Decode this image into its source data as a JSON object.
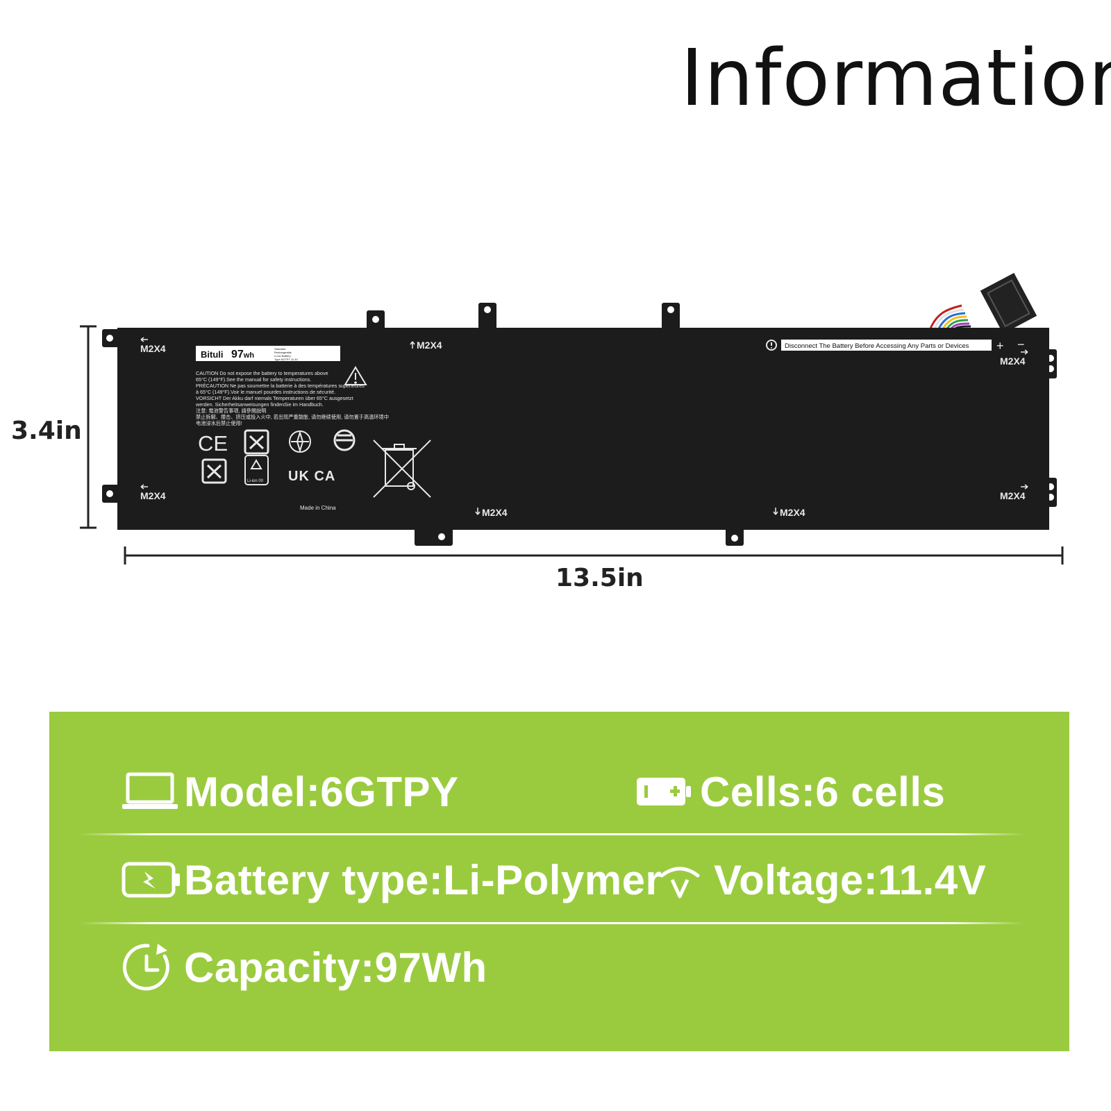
{
  "title": "Information",
  "dimensions": {
    "height": "3.4in",
    "width": "13.5in"
  },
  "battery_label": {
    "brand": "Bituli",
    "capacity_wh": "97",
    "capacity_unit": "wh",
    "small_text": [
      "Standard",
      "Rechargeable",
      "Li-ion Battery",
      "Type 6GTPY 11.4V"
    ],
    "warning_lines": [
      "CAUTION Do not expose the battery to temperatures above",
      "65°C (149°F).See the manual for safety instructions.",
      "PRÉCAUTION Ne pas soumettre la batterie à des températures supérieures",
      "à 65°C (149°F).Voir le manuel pourdes instructions de sécurité.",
      "VORSICHT Der Akku darf niemals Temperaturen über 65°C ausgesetzt",
      "werden. Sicherheitsanweisungen findenSie im Handbuch.",
      "注意: 電池警告事項, 請參閱說明",
      "禁止拆解、撞击、挤压或投入火中, 若出现严重鼓胀, 请勿继续使用, 请勿置于高温环境中",
      "电池浸水后禁止使用!"
    ],
    "cert_ce": "CE",
    "cert_ukca": "UK CA",
    "recycle_text": "Li-ion 00",
    "made_in": "Made in China",
    "disconnect_notice": "Disconnect The Battery Before Accessing Any Parts or Devices",
    "plus": "+",
    "minus": "−",
    "screw_label": "M2X4"
  },
  "specs": {
    "model": "Model:6GTPY",
    "cells": "Cells:6 cells",
    "battery_type": "Battery type:Li-Polymer",
    "voltage": "Voltage:11.4V",
    "capacity": "Capacity:97Wh"
  },
  "icons": {
    "model": "laptop-icon",
    "cells": "battery-icon",
    "battery_type": "battery-charging-icon",
    "voltage": "voltage-icon",
    "capacity": "clock-refresh-icon"
  },
  "colors": {
    "panel": "#9acb3f",
    "battery_body": "#1c1c1c",
    "text_white": "#ffffff"
  }
}
